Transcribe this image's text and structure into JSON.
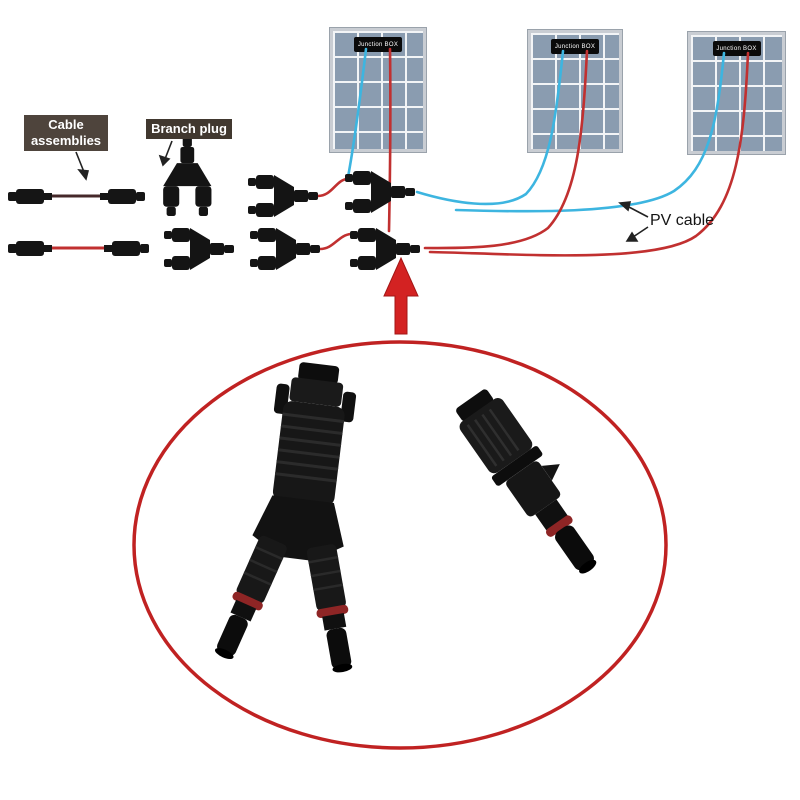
{
  "labels": {
    "cable_assemblies": "Cable assemblies",
    "branch_plug": "Branch plug",
    "pv_cable": "PV cable",
    "junction_box": "Junction BOX"
  },
  "colors": {
    "cable_red": "#c13030",
    "cable_blue": "#3db5e0",
    "arrow_red": "#d32222",
    "highlight_ellipse_red": "#c02222",
    "label_box_bg": "#4e443c",
    "panel_cell_blue": "#8a9cb0",
    "connector_black": "#141414",
    "oring_red": "#8e2525"
  }
}
